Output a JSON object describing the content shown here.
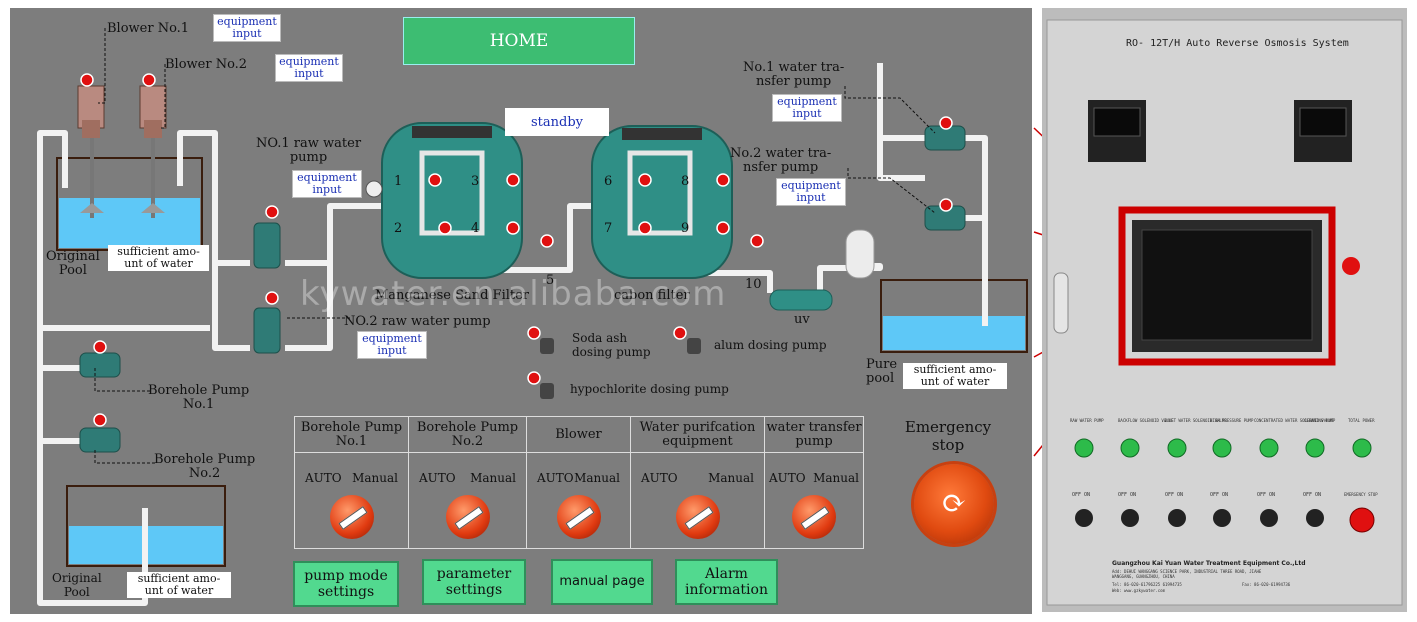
{
  "hmi": {
    "home_label": "HOME",
    "standby_label": "standby",
    "watermark": "kywater.en.alibaba.com",
    "blower1_label": "Blower No.1",
    "blower2_label": "Blower No.2",
    "equipment_input": "equipment\ninput",
    "original_pool": "Original\nPool",
    "pure_pool": "Pure\npool",
    "sufficient_top": "sufficient amo-\nunt of water",
    "sufficient_left": "sufficient amo-\nunt of water",
    "sufficient_right": "sufficient amo-\nunt of water",
    "raw_pump1": "NO.1 raw water\npump",
    "raw_pump2": "NO.2 raw water pump",
    "borehole1": "Borehole Pump\nNo.1",
    "borehole2": "Borehole Pump\nNo.2",
    "sand_filter": "Manganese Sand Filter",
    "carbon_filter": "cabon filter",
    "uv": "uv",
    "soda_ash": "Soda ash\ndosing pump",
    "alum": "alum dosing pump",
    "hypochlorite": "hypochlorite dosing pump",
    "transfer1": "No.1 water tra-\nnsfer pump",
    "transfer2": "No.2 water tra-\nnsfer pump",
    "valve_numbers": [
      "1",
      "2",
      "3",
      "4",
      "6",
      "7",
      "8",
      "9",
      "5",
      "10"
    ],
    "mode_columns": [
      {
        "head": "Borehole Pump\nNo.1",
        "auto": "AUTO",
        "manual": "Manual"
      },
      {
        "head": "Borehole Pump\nNo.2",
        "auto": "AUTO",
        "manual": "Manual"
      },
      {
        "head": "Blower",
        "auto": "AUTO",
        "manual": "Manual"
      },
      {
        "head": "Water purifcation\nequipment",
        "auto": "AUTO",
        "manual": "Manual"
      },
      {
        "head": "water transfer\npump",
        "auto": "AUTO",
        "manual": "Manual"
      }
    ],
    "emergency_stop": "Emergency\nstop",
    "buttons": {
      "pump_mode": "pump mode\nsettings",
      "parameter": "parameter\nsettings",
      "manual": "manual page",
      "alarm": "Alarm\ninformation"
    }
  },
  "photo": {
    "system_title": "RO- 12T/H Auto Reverse Osmosis System",
    "indicator_labels": [
      "RAW WATER PUMP",
      "BACKFLOW SOLENOID VALVE",
      "INLET WATER SOLENOID VALVE",
      "HIGH PRESSURE PUMP",
      "CONCENTRATED WATER SOLENOID VALVE",
      "CLEANING PUMP",
      "TOTAL POWER"
    ],
    "switch_labels": [
      "OFF ON",
      "OFF ON",
      "OFF ON",
      "OFF ON",
      "OFF ON",
      "OFF ON",
      "EMERGENCY STOP"
    ],
    "company": "Guangzhou Kai Yuan Water Treatment Equipment Co.,Ltd",
    "address": "Add: DEHUI WANGGANG SCIENCE PARK, INDUSTRIAL THREE ROAD, JIAHE\nWANGGANG, GUANGZHOU, CHINA",
    "tel": "Tel: 86-020-61796225   61994735",
    "fax": "Fax: 86-020-61994736",
    "web": "Web: www.gzkywater.com"
  },
  "colors": {
    "accent_green": "#52d98f",
    "water": "#5ec8f7",
    "alarm_red": "#e01010",
    "frame_red": "#cc0000"
  }
}
